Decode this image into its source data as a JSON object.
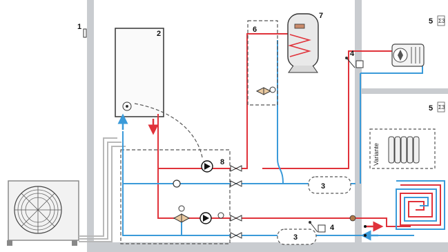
{
  "diagram": {
    "labels": {
      "outdoor_unit_sensor": "1",
      "boiler": "2",
      "buffer_top": "3",
      "buffer_bottom": "3",
      "valve_upper": "4",
      "valve_lower": "4",
      "zone_upper": "5",
      "zone_lower": "5",
      "dhw_group": "6",
      "cylinder": "7",
      "pump_group": "8"
    },
    "variant_label": "Variante",
    "thermostat_tag": "Σ3",
    "colors": {
      "flow": "#e0323a",
      "return": "#3a9ad9",
      "wall": "#c9ccd0",
      "dashed": "#555555"
    }
  }
}
